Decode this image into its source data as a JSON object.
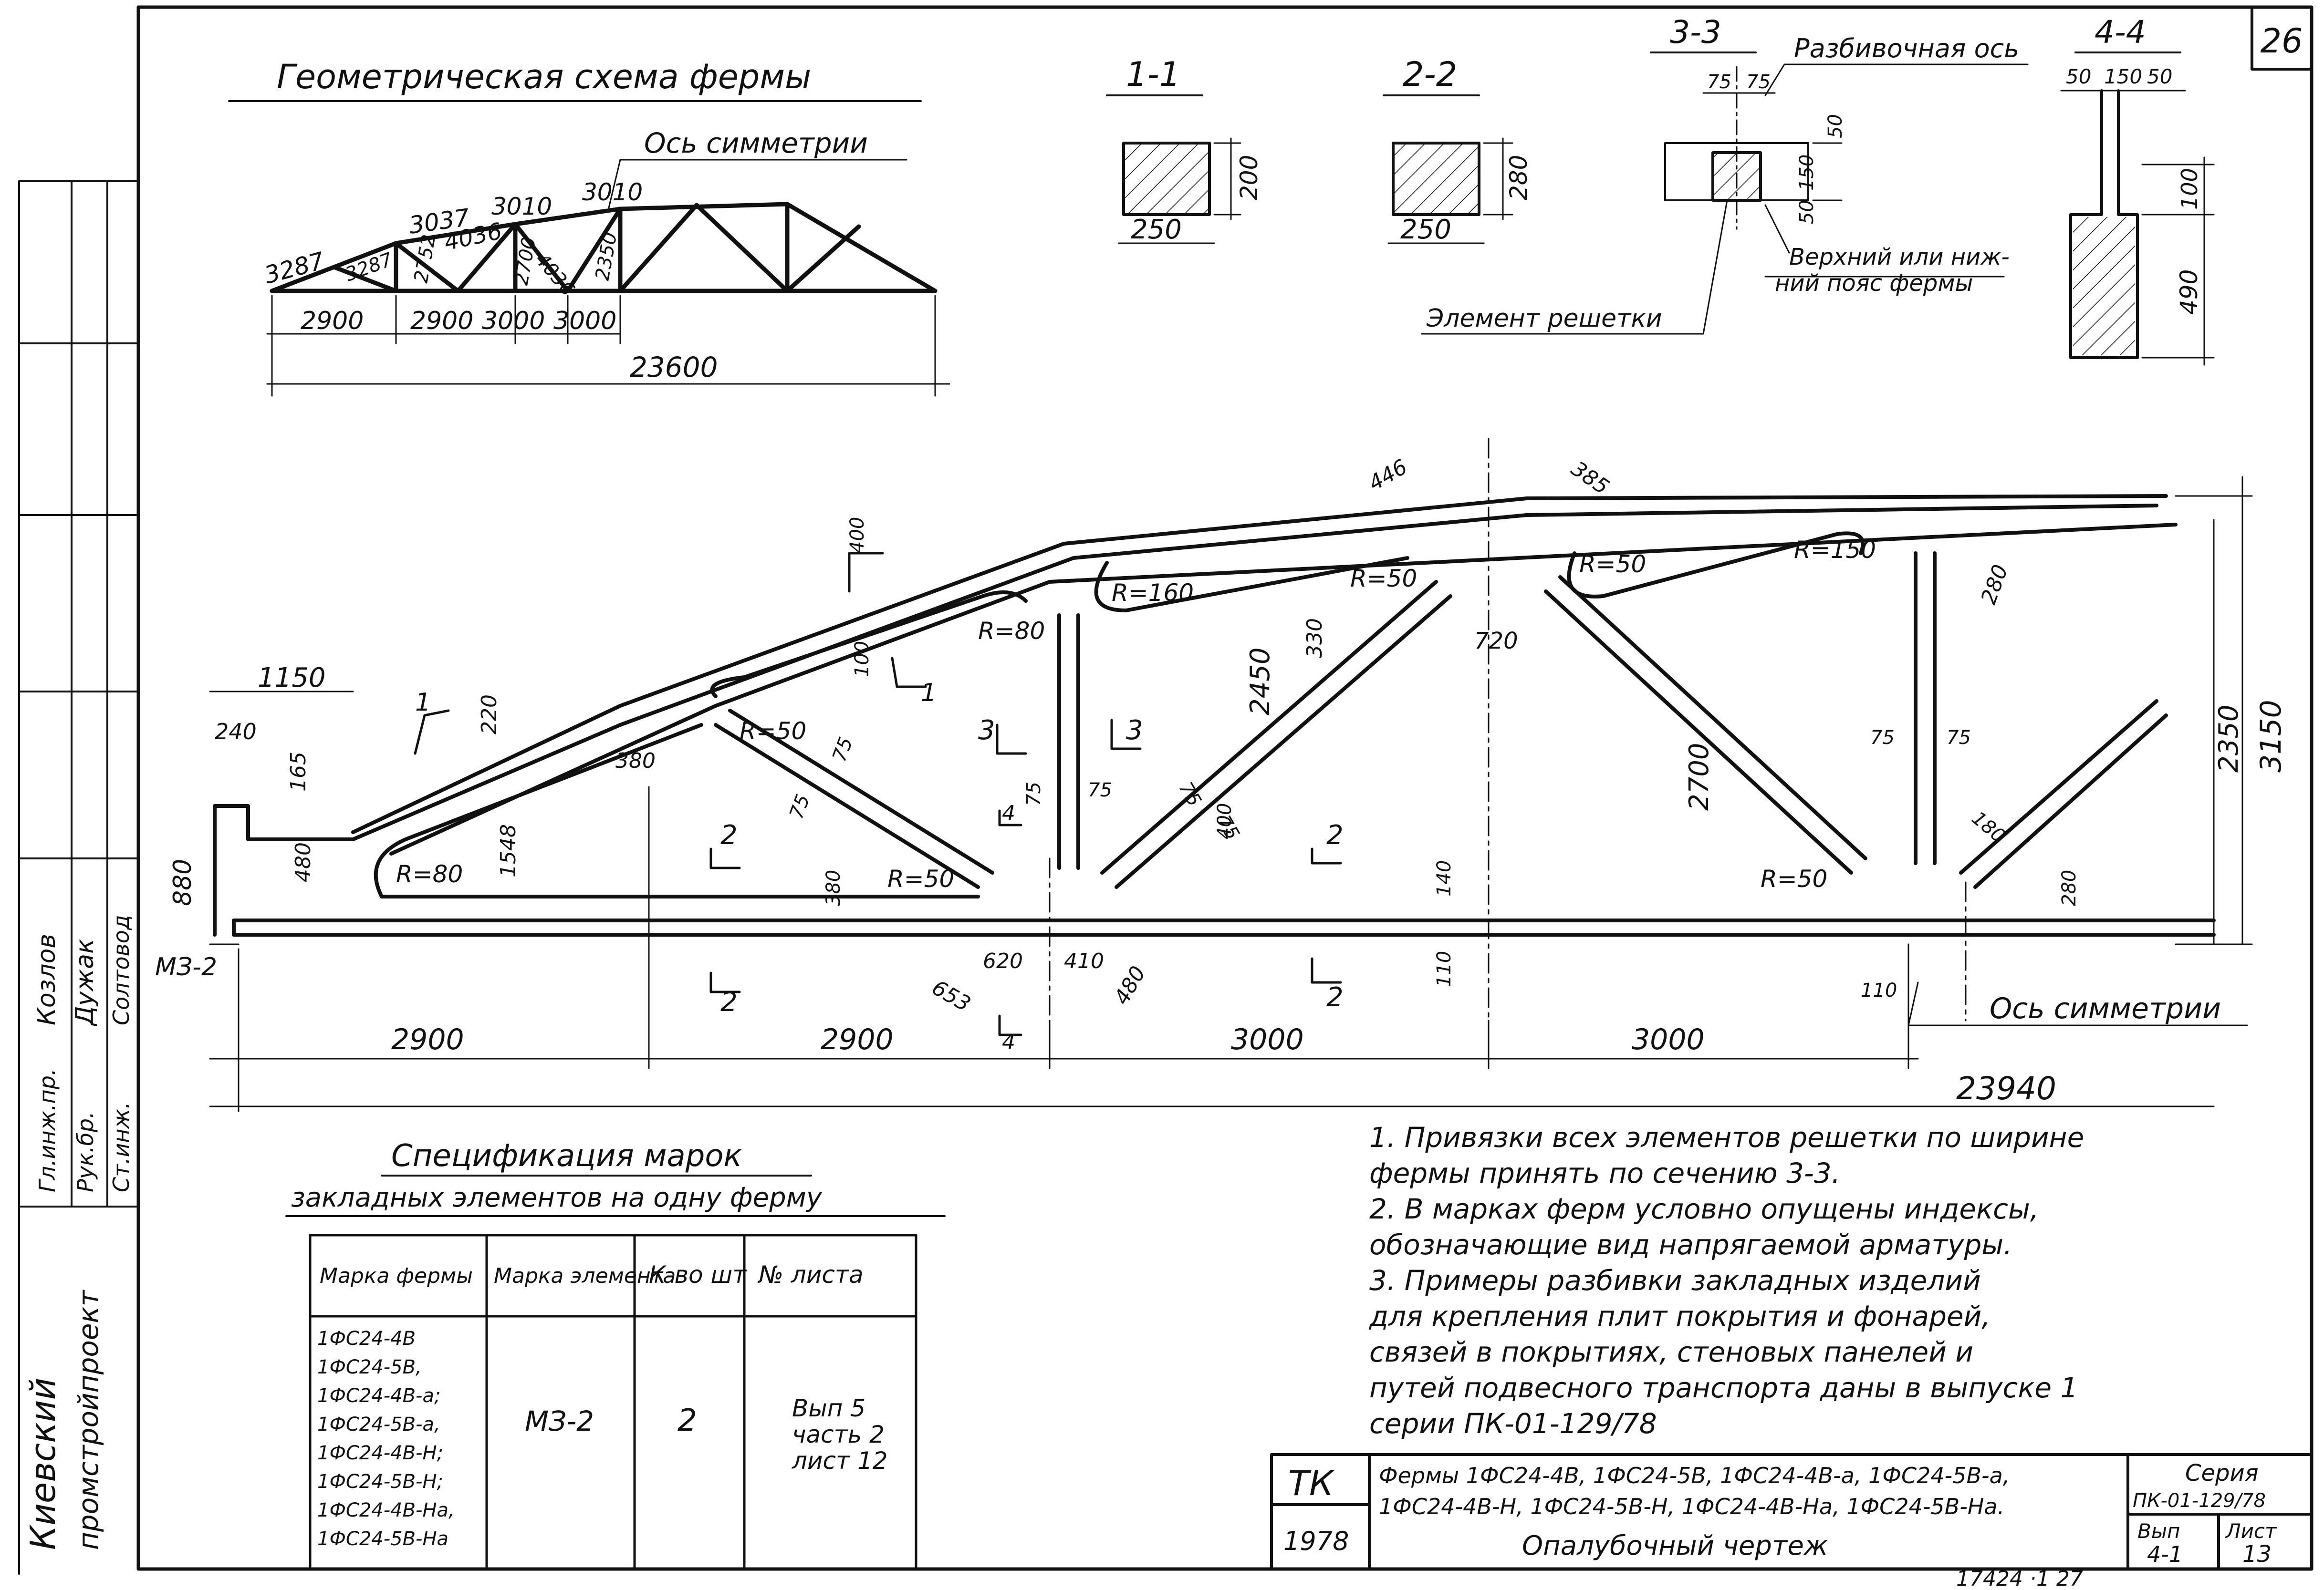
{
  "sheet": {
    "page_number": "26",
    "archive_number": "17424  ·1  27"
  },
  "side_stamp": {
    "organization": [
      "Киевский",
      "промстройпроект"
    ],
    "roles": [
      "Гл.инж.пр.",
      "Рук.бр.",
      "Ст.инж."
    ],
    "names": [
      "Козлов",
      "Дужак",
      "Солтовод"
    ]
  },
  "geometric_scheme": {
    "title": "Геометрическая схема фермы",
    "axis_label": "Ось симметрии",
    "chords": [
      "3287",
      "3037",
      "3010",
      "3010"
    ],
    "diagonals": [
      "3287",
      "2752",
      "4036",
      "2700",
      "4036",
      "2350"
    ],
    "panels": [
      "2900",
      "2900",
      "3000",
      "3000"
    ],
    "total": "23600"
  },
  "section_1_1": {
    "label": "1-1",
    "width": "250",
    "height": "200"
  },
  "section_2_2": {
    "label": "2-2",
    "width": "250",
    "height": "280"
  },
  "section_3_3": {
    "label": "3-3",
    "axis_label": "Разбивочная ось",
    "offsets": [
      "75",
      "75"
    ],
    "dims": [
      "50",
      "150",
      "50"
    ],
    "chord_note": [
      "Верхний или ниж-",
      "ний пояс фермы"
    ],
    "element_note": "Элемент решетки"
  },
  "section_4_4": {
    "label": "4-4",
    "dims": [
      "50",
      "150",
      "50"
    ],
    "height_top": "100",
    "height_body": "490"
  },
  "elevation": {
    "symmetry_axis": "Ось симметрии",
    "embedded_mark": "МЗ-2",
    "spans": [
      "2900",
      "2900",
      "3000",
      "3000"
    ],
    "overall": "23940",
    "heights": [
      "2450",
      "2700",
      "2350",
      "3150"
    ],
    "radius_labels": [
      "R=80",
      "R=50",
      "R=80",
      "R=160",
      "R=50",
      "R=50",
      "R=150",
      "R=50",
      "R=50"
    ],
    "dims": [
      "1150",
      "240",
      "165",
      "220",
      "880",
      "480",
      "1548",
      "380",
      "75",
      "75",
      "75",
      "75",
      "75",
      "75",
      "75",
      "75",
      "620",
      "410",
      "480",
      "653",
      "400",
      "330",
      "446",
      "385",
      "720",
      "280",
      "100",
      "400",
      "380",
      "280",
      "140",
      "110",
      "110",
      "180"
    ],
    "cut_marks": [
      "1",
      "1",
      "2",
      "2",
      "2",
      "2",
      "3",
      "3",
      "4",
      "4"
    ]
  },
  "specification": {
    "title": "Спецификация марок",
    "subtitle": "закладных элементов на одну ферму",
    "headers": [
      "Марка фермы",
      "Марка элемента",
      "К-во шт",
      "№ листа"
    ],
    "truss_marks": [
      "1ФС24-4В",
      "1ФС24-5В,",
      "1ФС24-4В-а;",
      "1ФС24-5В-а,",
      "1ФС24-4В-Н;",
      "1ФС24-5В-Н;",
      "1ФС24-4В-На,",
      "1ФС24-5В-На"
    ],
    "element_mark": "МЗ-2",
    "quantity": "2",
    "sheet_ref": [
      "Вып 5",
      "часть 2",
      "лист 12"
    ]
  },
  "notes": [
    "1. Привязки всех элементов решетки по ширине",
    "фермы принять по сечению 3-3.",
    "2. В марках ферм условно опущены индексы,",
    "обозначающие вид напрягаемой арматуры.",
    "3. Примеры разбивки закладных изделий",
    "для крепления плит покрытия и фонарей,",
    "связей в покрытиях, стеновых панелей и",
    "путей подвесного транспорта даны в выпуске 1",
    "серии ПК-01-129/78"
  ],
  "title_block": {
    "code": "ТК",
    "year": "1978",
    "title_lines": [
      "Фермы 1ФС24-4В, 1ФС24-5В, 1ФС24-4В-а, 1ФС24-5В-а,",
      "1ФС24-4В-Н, 1ФС24-5В-Н, 1ФС24-4В-На, 1ФС24-5В-На."
    ],
    "subtitle": "Опалубочный чертеж",
    "series_label": "Серия",
    "series_value": "ПК-01-129/78",
    "issue_label": "Вып",
    "issue_value": "4-1",
    "sheet_label": "Лист",
    "sheet_value": "13"
  }
}
